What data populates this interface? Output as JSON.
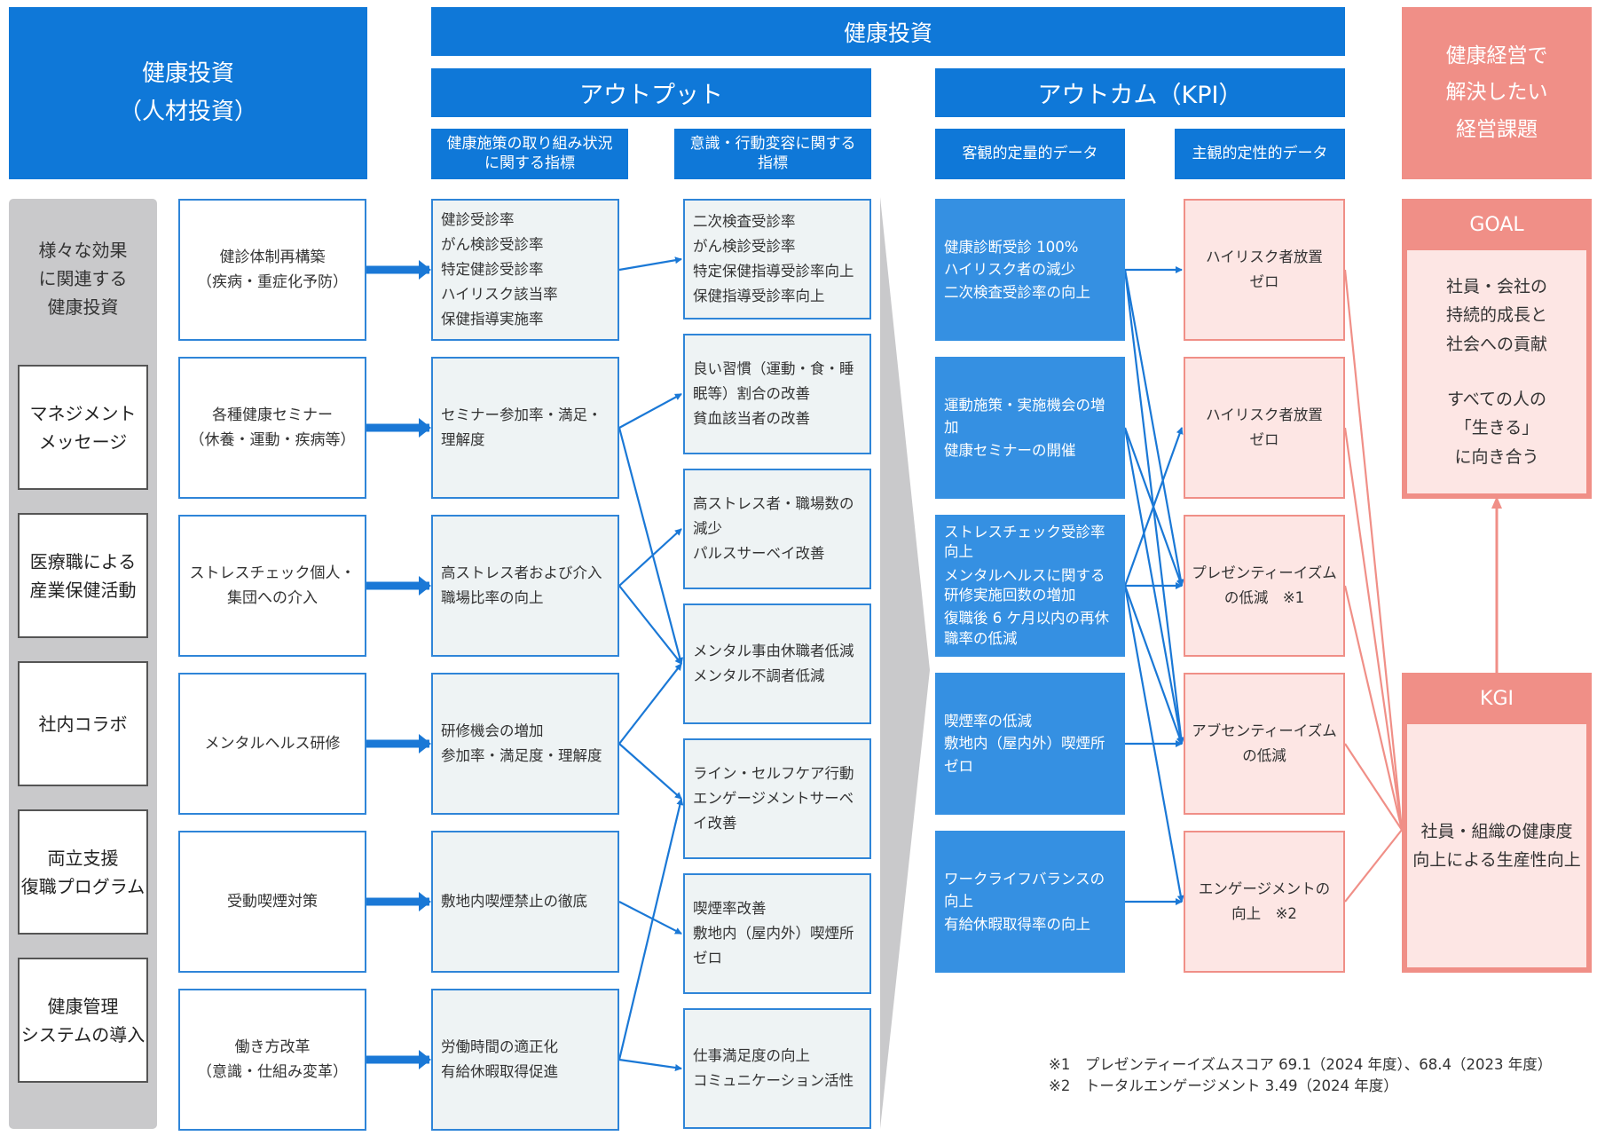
{
  "headers": {
    "investment_left": [
      "健康投資",
      "（人材投資）"
    ],
    "investment_top": "健康投資",
    "output": "アウトプット",
    "outcome": "アウトカム（KPI）",
    "management_issue": [
      "健康経営で",
      "解決したい",
      "経営課題"
    ],
    "sub_initiative": [
      "健康施策の取り組み状況",
      "に関する指標"
    ],
    "sub_behavior": [
      "意識・行動変容に関する",
      "指標"
    ],
    "sub_objective": "客観的定量的データ",
    "sub_subjective": "主観的定性的データ"
  },
  "left_column": {
    "title": [
      "様々な効果",
      "に関連する",
      "健康投資"
    ],
    "items": [
      [
        "マネジメント",
        "メッセージ"
      ],
      [
        "医療職による",
        "産業保健活動"
      ],
      [
        "社内コラボ"
      ],
      [
        "両立支援",
        "復職プログラム"
      ],
      [
        "健康管理",
        "システムの導入"
      ]
    ]
  },
  "initiatives": [
    [
      "健診体制再構築",
      "（疾病・重症化予防）"
    ],
    [
      "各種健康セミナー",
      "（休養・運動・疾病等）"
    ],
    [
      "ストレスチェック個人・",
      "集団への介入"
    ],
    [
      "メンタルヘルス研修"
    ],
    [
      "受動喫煙対策"
    ],
    [
      "働き方改革",
      "（意識・仕組み変革）"
    ]
  ],
  "initiative_indicators": [
    [
      "健診受診率",
      "がん検診受診率",
      "特定健診受診率",
      "ハイリスク該当率",
      "保健指導実施率"
    ],
    [
      "セミナー参加率・満足・",
      "理解度"
    ],
    [
      "高ストレス者および介入",
      "職場比率の向上"
    ],
    [
      "研修機会の増加",
      "参加率・満足度・理解度"
    ],
    [
      "敷地内喫煙禁止の徹底"
    ],
    [
      "労働時間の適正化",
      "有給休暇取得促進"
    ]
  ],
  "behavior_indicators": [
    [
      "二次検査受診率",
      "がん検診受診率",
      "特定保健指導受診率向上",
      "保健指導受診率向上"
    ],
    [
      "良い習慣（運動・食・睡",
      "眠等）割合の改善",
      "貧血該当者の改善"
    ],
    [
      "高ストレス者・職場数の",
      "減少",
      "パルスサーベイ改善"
    ],
    [
      "メンタル事由休職者低減",
      "メンタル不調者低減"
    ],
    [
      "ライン・セルフケア行動",
      "エンゲージメントサーベ",
      "イ改善"
    ],
    [
      "喫煙率改善",
      "敷地内（屋内外）喫煙所",
      "ゼロ"
    ],
    [
      "仕事満足度の向上",
      "コミュニケーション活性"
    ]
  ],
  "objective_kpis": [
    [
      "健康診断受診 100%",
      "ハイリスク者の減少",
      "二次検査受診率の向上"
    ],
    [
      "運動施策・実施機会の増",
      "加",
      "健康セミナーの開催"
    ],
    [
      "ストレスチェック受診率",
      "向上",
      "メンタルヘルスに関する",
      "研修実施回数の増加",
      "復職後 6 ケ月以内の再休",
      "職率の低減"
    ],
    [
      "喫煙率の低減",
      "敷地内（屋内外）喫煙所",
      "ゼロ"
    ],
    [
      "ワークライフバランスの",
      "向上",
      "有給休暇取得率の向上"
    ]
  ],
  "subjective_kpis": [
    [
      "ハイリスク者放置",
      "ゼロ"
    ],
    [
      "ハイリスク者放置",
      "ゼロ"
    ],
    [
      "プレゼンティーイズム",
      "の低減　※1"
    ],
    [
      "アブセンティーイズム",
      "の低減"
    ],
    [
      "エンゲージメントの",
      "向上　※2"
    ]
  ],
  "goal": {
    "label": "GOAL",
    "text": [
      "社員・会社の",
      "持続的成長と",
      "社会への貢献",
      "",
      "すべての人の",
      "「生きる」",
      "に向き合う"
    ]
  },
  "kgi": {
    "label": "KGI",
    "text": [
      "社員・組織の健康度",
      "向上による生産性向上"
    ]
  },
  "notes": [
    "※1　プレゼンティーイズムスコア 69.1（2024 年度）、68.4（2023 年度）",
    "※2　トータルエンゲージメント 3.49（2024 年度）"
  ],
  "colors": {
    "blue": "#0f78d8",
    "kpi_blue": "#3590e2",
    "pink": "#f08f87",
    "pink_light": "#fde6e4",
    "gray": "#c9c9cb"
  }
}
